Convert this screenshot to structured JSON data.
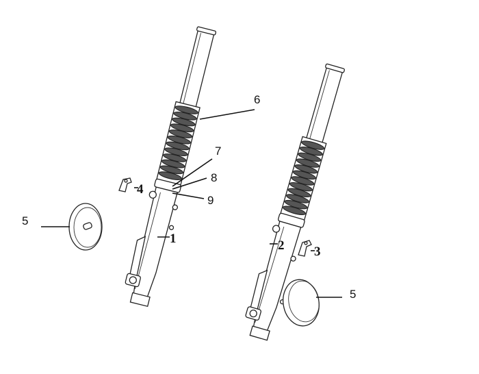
{
  "callouts": {
    "c1": "1",
    "c2": "2",
    "c3": "3",
    "c4": "4",
    "c5_left": "5",
    "c5_right": "5",
    "c6": "6",
    "c7": "7",
    "c8": "8",
    "c9": "9"
  }
}
